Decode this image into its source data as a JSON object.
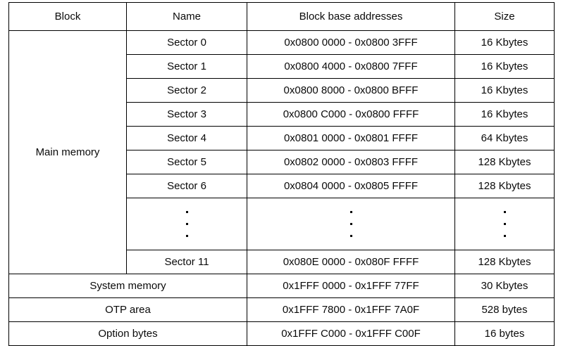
{
  "table": {
    "name": "flash-module-organization",
    "columns": [
      {
        "key": "block",
        "label": "Block"
      },
      {
        "key": "name",
        "label": "Name"
      },
      {
        "key": "address",
        "label": "Block base addresses"
      },
      {
        "key": "size",
        "label": "Size"
      }
    ],
    "main_memory_label": "Main memory",
    "sector_rows": [
      {
        "name": "Sector 0",
        "address": "0x0800 0000 - 0x0800 3FFF",
        "size": "16 Kbytes"
      },
      {
        "name": "Sector 1",
        "address": "0x0800 4000 - 0x0800 7FFF",
        "size": "16 Kbytes"
      },
      {
        "name": "Sector 2",
        "address": "0x0800 8000 - 0x0800 BFFF",
        "size": "16 Kbytes"
      },
      {
        "name": "Sector 3",
        "address": "0x0800 C000 - 0x0800 FFFF",
        "size": "16 Kbytes"
      },
      {
        "name": "Sector 4",
        "address": "0x0801 0000 - 0x0801 FFFF",
        "size": "64 Kbytes"
      },
      {
        "name": "Sector 5",
        "address": "0x0802 0000 - 0x0803 FFFF",
        "size": "128 Kbytes"
      },
      {
        "name": "Sector 6",
        "address": "0x0804 0000 - 0x0805 FFFF",
        "size": "128 Kbytes"
      }
    ],
    "ellipsis_row": {
      "name": "...",
      "address": "...",
      "size": "..."
    },
    "last_sector_row": {
      "name": "Sector 11",
      "address": "0x080E 0000 - 0x080F FFFF",
      "size": "128 Kbytes"
    },
    "other_rows": [
      {
        "label": "System memory",
        "address": "0x1FFF 0000 - 0x1FFF 77FF",
        "size": "30 Kbytes"
      },
      {
        "label": "OTP area",
        "address": "0x1FFF 7800 - 0x1FFF 7A0F",
        "size": "528 bytes"
      },
      {
        "label": "Option bytes",
        "address": "0x1FFF C000 - 0x1FFF C00F",
        "size": "16 bytes"
      }
    ]
  },
  "colors": {
    "border": "#000000",
    "text": "#0a0a0a",
    "background": "#ffffff"
  }
}
